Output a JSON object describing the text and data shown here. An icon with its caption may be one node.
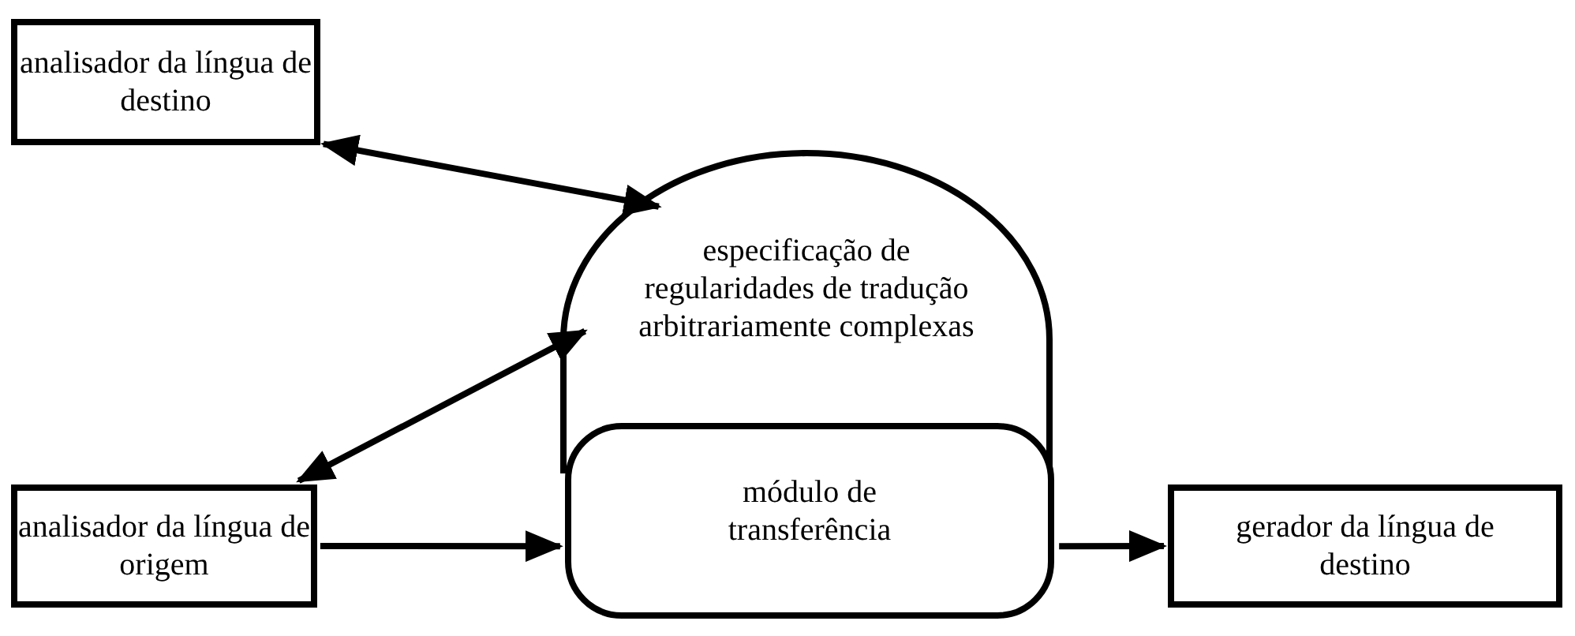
{
  "diagram": {
    "nodes": [
      {
        "text": [
          "analisador da língua de destino"
        ]
      },
      {
        "text": [
          "especificação de regularidades de tradução arbitrariamente complexas"
        ]
      },
      {
        "text": [
          "módulo de transferência"
        ]
      },
      {
        "text": [
          "analisador da língua de origem"
        ]
      },
      {
        "text": [
          "gerador da língua de destino"
        ]
      }
    ],
    "edges": [
      {
        "from": 0,
        "to": 1,
        "arrow": "both"
      },
      {
        "from": 3,
        "to": 1,
        "arrow": "both"
      },
      {
        "from": 3,
        "to": 2,
        "arrow": "to"
      },
      {
        "from": 2,
        "to": 4,
        "arrow": "to"
      }
    ]
  }
}
